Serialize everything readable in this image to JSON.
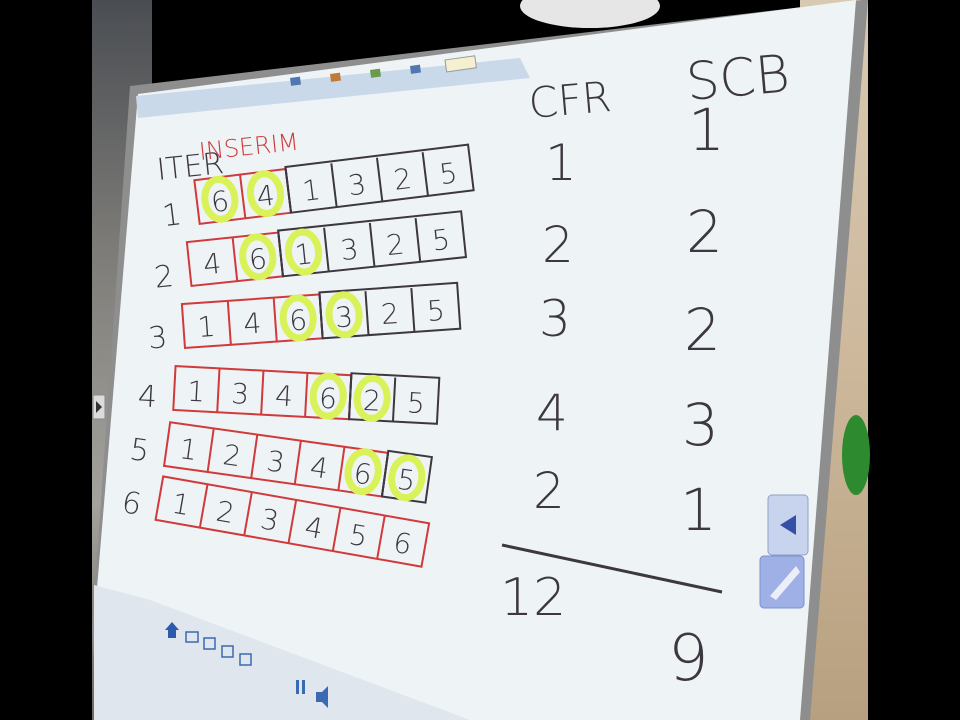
{
  "board_title": {
    "prefix": "ITER",
    "word": "INSERIM"
  },
  "rows": [
    {
      "iter": "1",
      "values": [
        "6",
        "4",
        "1",
        "3",
        "2",
        "5"
      ]
    },
    {
      "iter": "2",
      "values": [
        "4",
        "6",
        "1",
        "3",
        "2",
        "5"
      ]
    },
    {
      "iter": "3",
      "values": [
        "1",
        "4",
        "6",
        "3",
        "2",
        "5"
      ]
    },
    {
      "iter": "4",
      "values": [
        "1",
        "3",
        "4",
        "6",
        "2",
        "5"
      ]
    },
    {
      "iter": "5",
      "values": [
        "1",
        "2",
        "3",
        "4",
        "6",
        "5"
      ]
    },
    {
      "iter": "6",
      "values": [
        "1",
        "2",
        "3",
        "4",
        "5",
        "6"
      ]
    }
  ],
  "columns": {
    "cfr": {
      "header": "CFR",
      "values": [
        "1",
        "2",
        "3",
        "4",
        "2"
      ],
      "total": "12"
    },
    "scb": {
      "header": "SCB",
      "values": [
        "1",
        "2",
        "2",
        "3",
        "1"
      ],
      "total": "9"
    }
  },
  "colors": {
    "ink": "#3c3740",
    "red": "#d03a3a",
    "highlight": "#d9f25a",
    "board": "#eef3f6"
  },
  "icons": [
    "home-icon",
    "print-icon",
    "save-icon",
    "export-icon",
    "pen-icon",
    "sound-icon",
    "pause-icon",
    "next-page-icon",
    "prev-page-icon"
  ]
}
